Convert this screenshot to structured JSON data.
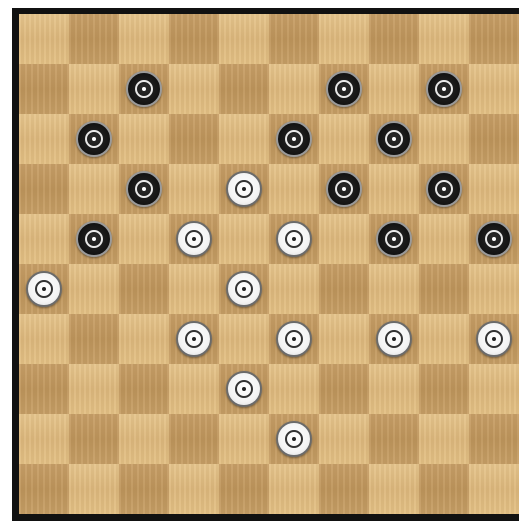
{
  "board": {
    "rows": 10,
    "cols": 10,
    "pieces": [
      {
        "row": 1,
        "col": 2,
        "color": "black"
      },
      {
        "row": 1,
        "col": 6,
        "color": "black"
      },
      {
        "row": 1,
        "col": 8,
        "color": "black"
      },
      {
        "row": 2,
        "col": 1,
        "color": "black"
      },
      {
        "row": 2,
        "col": 5,
        "color": "black"
      },
      {
        "row": 2,
        "col": 7,
        "color": "black"
      },
      {
        "row": 3,
        "col": 2,
        "color": "black"
      },
      {
        "row": 3,
        "col": 4,
        "color": "white"
      },
      {
        "row": 3,
        "col": 6,
        "color": "black"
      },
      {
        "row": 3,
        "col": 8,
        "color": "black"
      },
      {
        "row": 4,
        "col": 1,
        "color": "black"
      },
      {
        "row": 4,
        "col": 3,
        "color": "white"
      },
      {
        "row": 4,
        "col": 5,
        "color": "white"
      },
      {
        "row": 4,
        "col": 7,
        "color": "black"
      },
      {
        "row": 4,
        "col": 9,
        "color": "black"
      },
      {
        "row": 5,
        "col": 0,
        "color": "white"
      },
      {
        "row": 5,
        "col": 4,
        "color": "white"
      },
      {
        "row": 6,
        "col": 3,
        "color": "white"
      },
      {
        "row": 6,
        "col": 5,
        "color": "white"
      },
      {
        "row": 6,
        "col": 7,
        "color": "white"
      },
      {
        "row": 6,
        "col": 9,
        "color": "white"
      },
      {
        "row": 7,
        "col": 4,
        "color": "white"
      },
      {
        "row": 8,
        "col": 5,
        "color": "white"
      }
    ]
  },
  "colors": {
    "light_square": "#e3c084",
    "dark_square": "#c79f66",
    "black_piece": "#111111",
    "white_piece": "#f8f8f8",
    "frame": "#111111"
  }
}
